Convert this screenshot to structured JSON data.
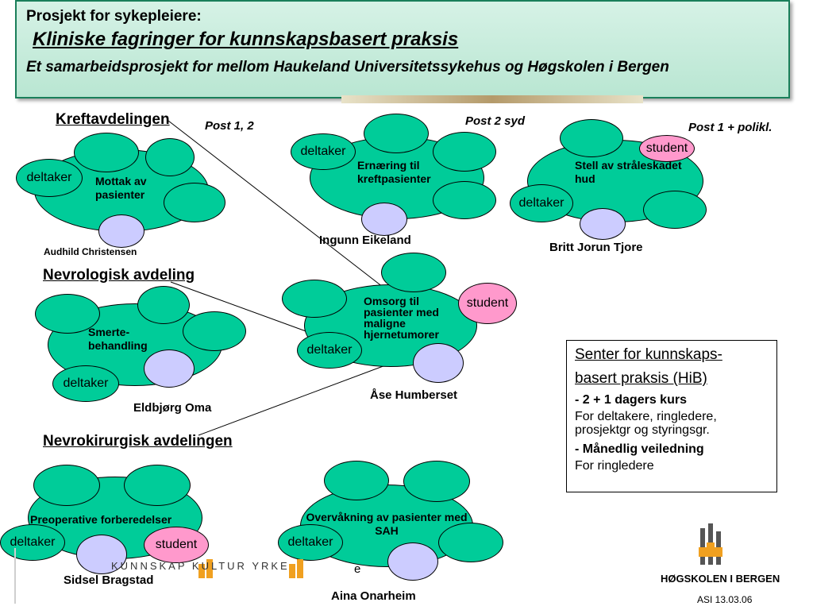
{
  "header": {
    "line1": "Prosjekt for sykepleiere:",
    "title": "Kliniske fagringer for kunnskapsbasert praksis",
    "subtitle": "Et samarbeidsprosjekt for mellom Haukeland Universitetssykehus og Høgskolen i Bergen"
  },
  "departments": {
    "kreft": "Kreftavdelingen",
    "nevrologisk": "Nevrologisk avdeling",
    "nevrokirurgisk": "Nevrokirurgisk avdelingen"
  },
  "posts": {
    "post12": "Post 1, 2",
    "post2syd": "Post 2 syd",
    "post1polikl": "Post 1 + polikl."
  },
  "groups": {
    "mottak": "Mottak av pasienter",
    "ernaering": "Ernæring til kreftpasienter",
    "stell": "Stell av stråleskadet hud",
    "smerte": "Smerte-behandling",
    "omsorg": "Omsorg til pasienter med maligne hjernetumorer",
    "preop": "Preoperative forberedelser",
    "overvak": "Overvåkning av pasienter med SAH"
  },
  "people": {
    "audhild": "Audhild Christensen",
    "ingunn": "Ingunn Eikeland",
    "britt": "Britt  Jorun Tjore",
    "eldbjorg": "Eldbjørg Oma",
    "ase": "Åse Humberset",
    "sidsel": "Sidsel Bragstad",
    "aina": "Aina Onarheim"
  },
  "roles": {
    "deltaker": "deltaker",
    "student": "student"
  },
  "senter": {
    "heading1": "Senter for kunnskaps-",
    "heading2": "basert praksis  (HiB)",
    "item1": "- 2 + 1 dagers kurs",
    "item1_desc": "For deltakere, ringledere, prosjektgr og styringsgr.",
    "item2": "- Månedlig veiledning",
    "item2_desc": "For ringledere"
  },
  "footer": {
    "logo_words": "KUNNSKAP   KULTUR   YRKE",
    "stray_e": "e",
    "school": "HØGSKOLEN I BERGEN",
    "date": "ASI  13.03.06"
  },
  "colors": {
    "group": "#00cc99",
    "leader": "#ccccff",
    "student": "#ff99cc",
    "banner": "#b9e6d2"
  }
}
